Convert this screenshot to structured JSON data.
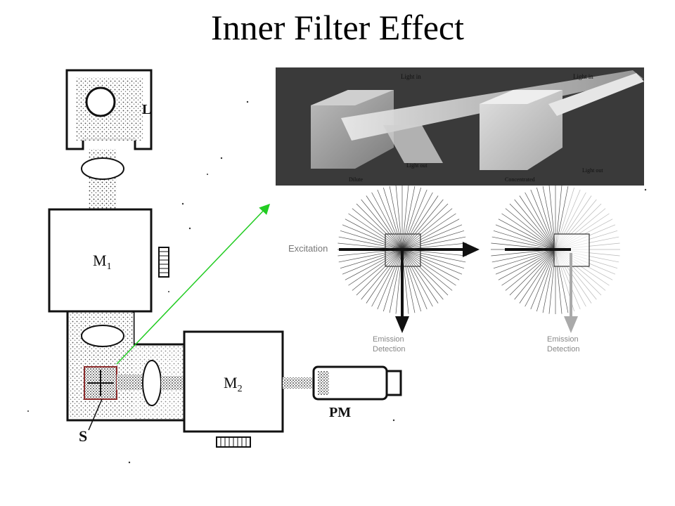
{
  "title": "Inner Filter Effect",
  "instrument": {
    "lamp_label": "L",
    "mono1_label": "M",
    "mono1_sub": "1",
    "mono2_label": "M",
    "mono2_sub": "2",
    "detector_label": "PM",
    "sample_label": "S"
  },
  "photo": {
    "left_caption_in": "Light in",
    "left_caption_out": "Light out",
    "left_caption_bottom": "Dilute",
    "right_caption_in": "Light in",
    "right_caption_out": "Light out",
    "right_caption_bottom": "Concentrated"
  },
  "scheme": {
    "excitation_label": "Excitation",
    "emission_line1": "Emission",
    "emission_line2": "Detection",
    "emission_line1_right": "Emission",
    "emission_line2_right": "Detection"
  },
  "colors": {
    "pointer_arrow": "#22cc22",
    "sample_box": "#8b2a2a",
    "photo_bg": "#3a3a3a"
  }
}
